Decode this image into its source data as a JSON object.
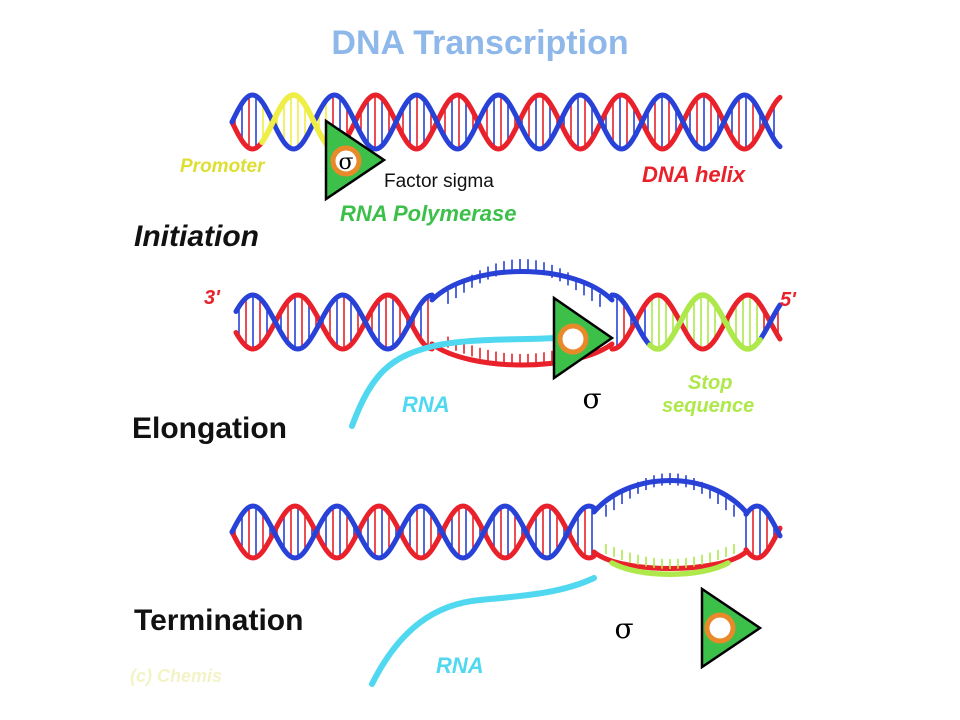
{
  "title": "DNA Transcription",
  "stages": {
    "initiation": "Initiation",
    "elongation": "Elongation",
    "termination": "Termination"
  },
  "labels": {
    "promoter": "Promoter",
    "factor_sigma": "Factor sigma",
    "dna_helix": "DNA helix",
    "rna_polymerase": "RNA Polymerase",
    "three_prime": "3'",
    "five_prime": "5'",
    "rna_elongation": "RNA",
    "stop": "Stop",
    "sequence": "sequence",
    "rna_termination": "RNA",
    "sigma": "σ",
    "copyright": "(c) Chemis"
  },
  "colors": {
    "strand_red": "#e8212b",
    "strand_blue": "#2841d6",
    "promoter_yellow": "#eeee44",
    "stop_green": "#aee84a",
    "rna_cyan": "#4fd8f0",
    "polymerase_green": "#3cc04a",
    "sigma_orange": "#e8892a",
    "title_blue": "#8fb8ea"
  }
}
